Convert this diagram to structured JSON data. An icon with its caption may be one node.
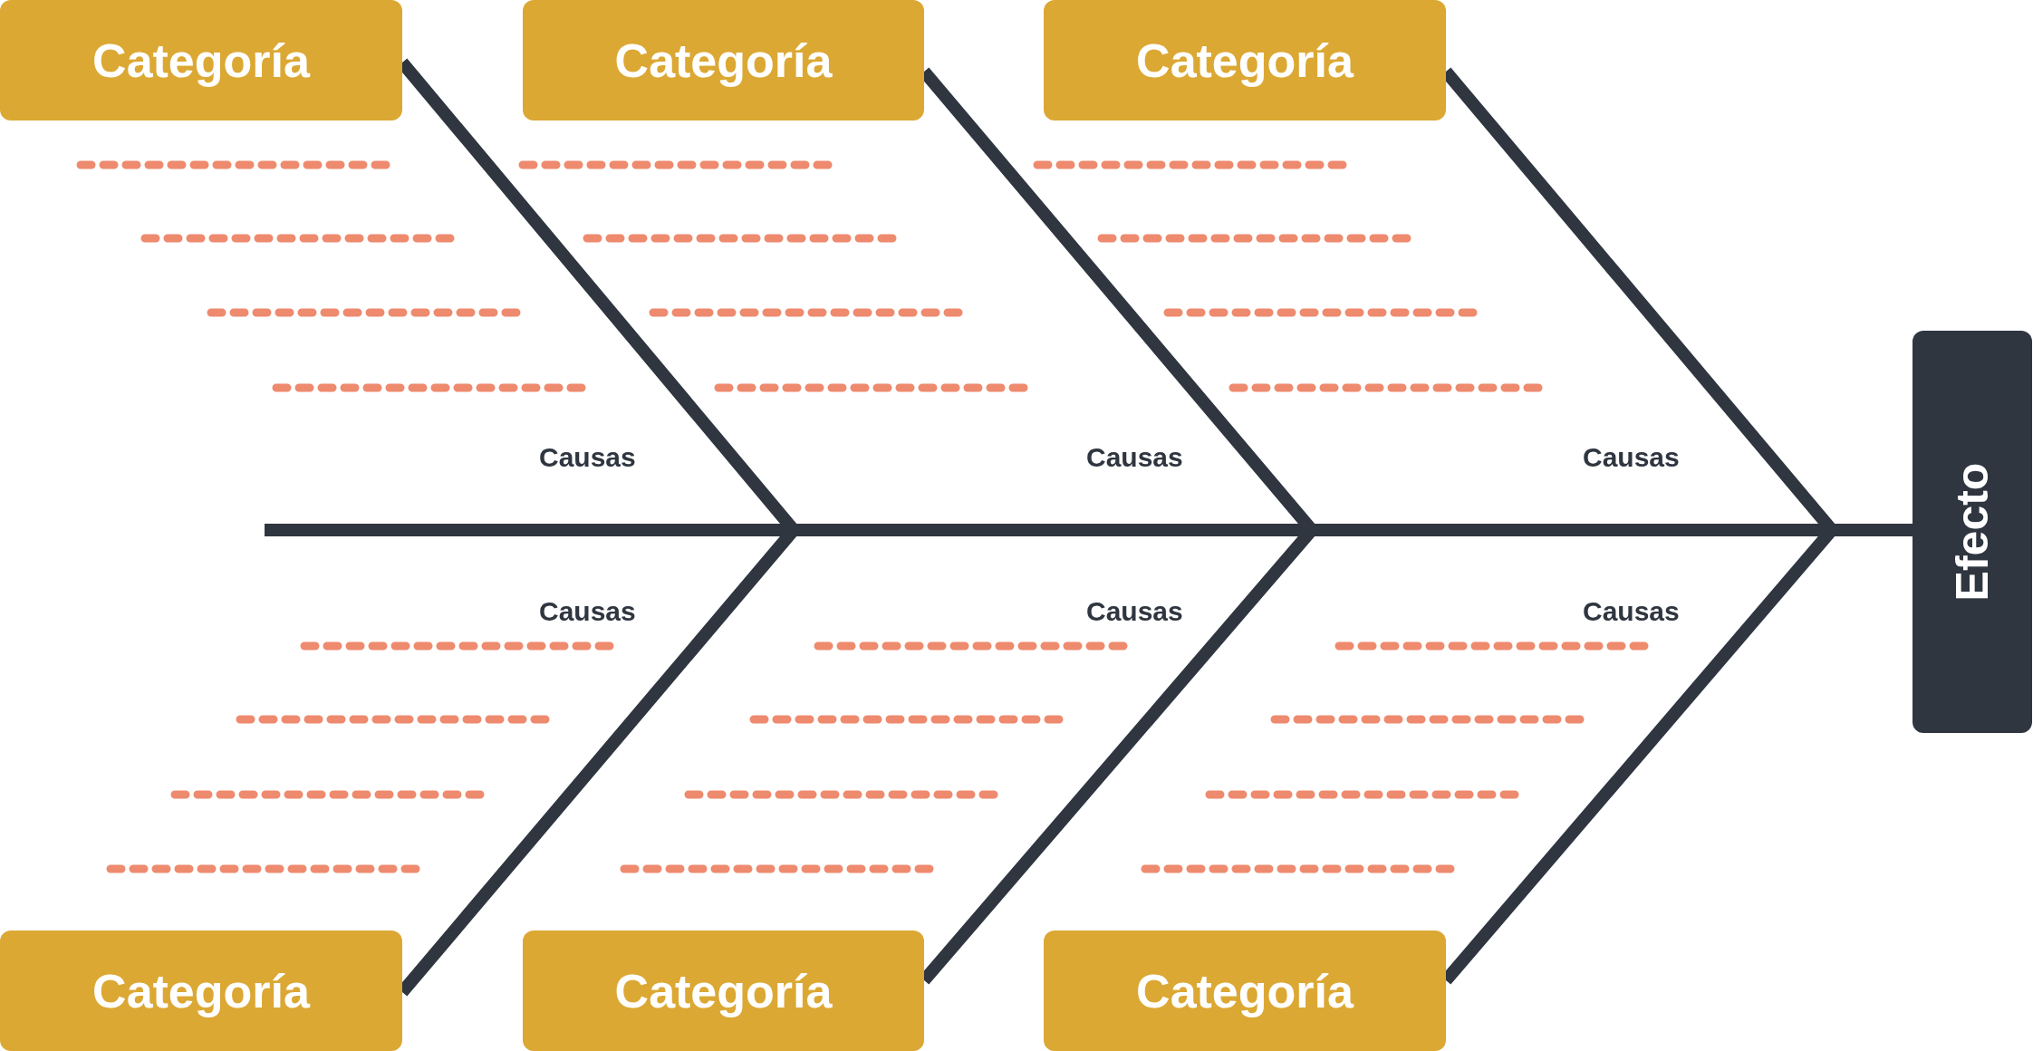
{
  "diagram": {
    "nodes": [
      {
        "text": [
          "Categoría"
        ]
      },
      {
        "text": [
          "Categoría"
        ]
      },
      {
        "text": [
          "Categoría"
        ]
      },
      {
        "text": [
          "Categoría"
        ]
      },
      {
        "text": [
          "Categoría"
        ]
      },
      {
        "text": [
          "Categoría"
        ]
      },
      {
        "text": [
          "Efecto"
        ]
      }
    ],
    "edges": [
      {
        "from": 0,
        "to": 6,
        "arrow": "none"
      },
      {
        "from": 1,
        "to": 6,
        "arrow": "none"
      },
      {
        "from": 2,
        "to": 6,
        "arrow": "none"
      },
      {
        "from": 3,
        "to": 6,
        "arrow": "none"
      },
      {
        "from": 4,
        "to": 6,
        "arrow": "none"
      },
      {
        "from": 5,
        "to": 6,
        "arrow": "none"
      },
      {
        "from": null,
        "to": 6,
        "arrow": "none"
      }
    ],
    "labels": [
      "Causas",
      "Causas",
      "Causas",
      "Causas",
      "Causas",
      "Causas"
    ]
  }
}
